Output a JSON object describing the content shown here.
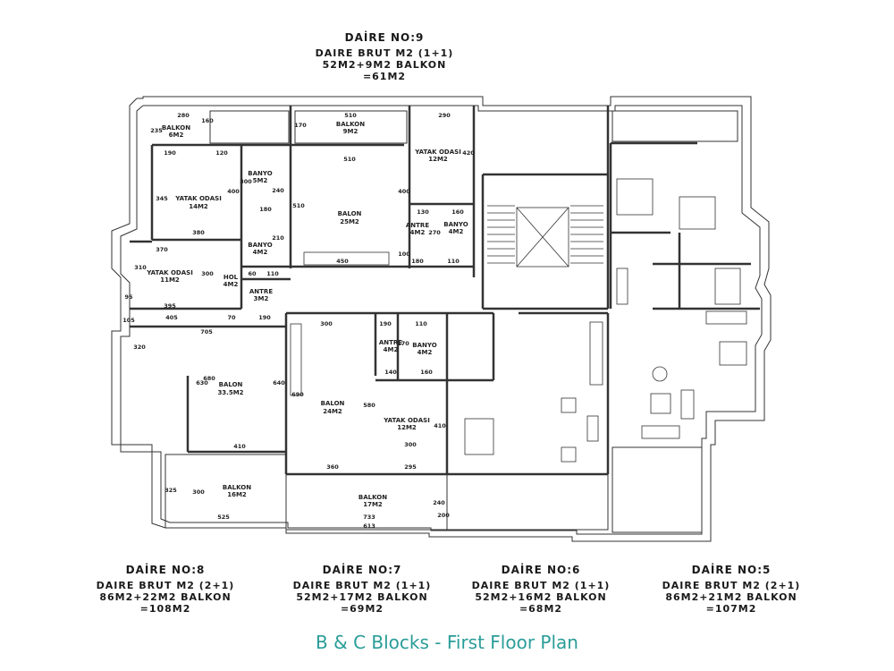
{
  "units": [
    {
      "id": "9",
      "title": "DAİRE NO:9",
      "line1": "DAIRE BRUT M2 (1+1)",
      "line2": "52M2+9M2 BALKON",
      "line3": "=61M2"
    },
    {
      "id": "8",
      "title": "DAİRE NO:8",
      "line1": "DAIRE BRUT M2 (2+1)",
      "line2": "86M2+22M2 BALKON",
      "line3": "=108M2"
    },
    {
      "id": "7",
      "title": "DAİRE NO:7",
      "line1": "DAIRE BRUT M2 (1+1)",
      "line2": "52M2+17M2 BALKON",
      "line3": "=69M2"
    },
    {
      "id": "6",
      "title": "DAİRE NO:6",
      "line1": "DAIRE BRUT M2 (1+1)",
      "line2": "52M2+16M2 BALKON",
      "line3": "=68M2"
    },
    {
      "id": "5",
      "title": "DAİRE NO:5",
      "line1": "DAIRE BRUT M2 (2+1)",
      "line2": "86M2+21M2 BALKON",
      "line3": "=107M2"
    }
  ],
  "caption": "B & C Blocks - First Floor Plan",
  "rooms": [
    {
      "name": "BALKON",
      "area": "6M2"
    },
    {
      "name": "BALKON",
      "area": "9M2"
    },
    {
      "name": "YATAK ODASI",
      "area": "12M2"
    },
    {
      "name": "BANYO",
      "area": "5M2"
    },
    {
      "name": "YATAK ODASI",
      "area": "14M2"
    },
    {
      "name": "BALON",
      "area": "25M2"
    },
    {
      "name": "ANTRE",
      "area": "4M2"
    },
    {
      "name": "BANYO",
      "area": "4M2"
    },
    {
      "name": "BANYO",
      "area": "4M2"
    },
    {
      "name": "YATAK ODASI",
      "area": "11M2"
    },
    {
      "name": "HOL",
      "area": "4M2"
    },
    {
      "name": "ANTRE",
      "area": "3M2"
    },
    {
      "name": "BALON",
      "area": "33.5M2"
    },
    {
      "name": "ANTRE",
      "area": "4M2"
    },
    {
      "name": "BANYO",
      "area": "4M2"
    },
    {
      "name": "BALON",
      "area": "24M2"
    },
    {
      "name": "YATAK ODASI",
      "area": "12M2"
    },
    {
      "name": "BALKON",
      "area": "16M2"
    },
    {
      "name": "BALKON",
      "area": "17M2"
    }
  ],
  "dims": [
    "280",
    "160",
    "235",
    "510",
    "290",
    "170",
    "190",
    "120",
    "510",
    "420",
    "300",
    "240",
    "400",
    "345",
    "510",
    "400",
    "130",
    "160",
    "180",
    "270",
    "210",
    "380",
    "370",
    "310",
    "300",
    "60",
    "110",
    "450",
    "100",
    "180",
    "110",
    "95",
    "395",
    "405",
    "70",
    "190",
    "105",
    "705",
    "300",
    "190",
    "110",
    "320",
    "170",
    "680",
    "630",
    "640",
    "140",
    "160",
    "690",
    "580",
    "410",
    "300",
    "410",
    "360",
    "295",
    "325",
    "300",
    "525",
    "240",
    "200",
    "733",
    "613"
  ]
}
